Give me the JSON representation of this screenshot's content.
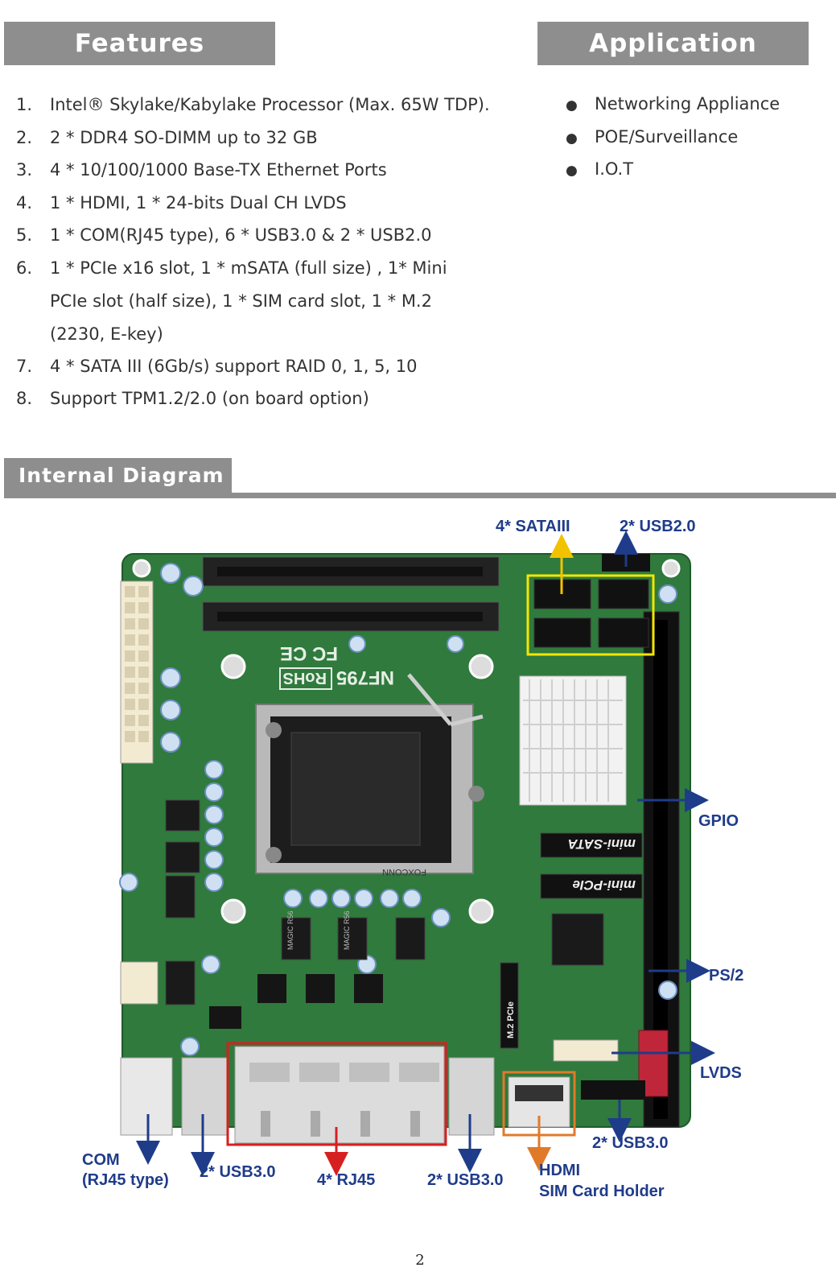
{
  "features": {
    "title": "Features",
    "items": [
      {
        "num": "1.",
        "text": "Intel® Skylake/Kabylake Processor (Max. 65W TDP)."
      },
      {
        "num": "2.",
        "text": "2 * DDR4 SO-DIMM up to 32 GB"
      },
      {
        "num": "3.",
        "text": "4 * 10/100/1000 Base-TX Ethernet Ports"
      },
      {
        "num": "4.",
        "text": "1 * HDMI, 1 * 24-bits Dual CH LVDS"
      },
      {
        "num": "5.",
        "text": "1 * COM(RJ45 type), 6 * USB3.0 & 2 * USB2.0"
      },
      {
        "num": "6.",
        "lines": [
          "1 * PCIe x16 slot, 1 * mSATA (full size) , 1* Mini",
          "PCIe slot (half size), 1 * SIM card slot, 1 * M.2",
          "(2230, E-key)"
        ]
      },
      {
        "num": "7.",
        "text": "4 * SATA III (6Gb/s) support RAID 0, 1, 5, 10"
      },
      {
        "num": "8.",
        "text": "Support TPM1.2/2.0 (on board option)"
      }
    ]
  },
  "application": {
    "title": "Application",
    "bullet": "●",
    "items": [
      "Networking Appliance",
      "POE/Surveillance",
      "I.O.T"
    ]
  },
  "internal": {
    "title": "Internal Diagram"
  },
  "diagram": {
    "labels": {
      "sata": "4* SATAIII",
      "usb20": "2* USB2.0",
      "gpio": "GPIO",
      "ps2": "PS/2",
      "lvds": "LVDS",
      "usb30_right": "2* USB3.0",
      "hdmi": "HDMI",
      "sim": "SIM Card Holder",
      "com": "COM",
      "com_sub": "(RJ45 type)",
      "usb30_left": "2* USB3.0",
      "rj45": "4* RJ45",
      "usb30_mid": "2* USB3.0",
      "msata": "mini-SATA",
      "mpcie": "mini-PCIe",
      "m2": "M.2 PCIe",
      "board_name": "NF795",
      "rohs": "RoHS",
      "foxconn": "FOXCONN",
      "magic": "MAGIC R56",
      "fcce": "FC CE"
    },
    "colors": {
      "board": "#2f7a3c",
      "label": "#1f3c8a",
      "sata_box": "#f2e600",
      "rj45_box": "#d62020",
      "hdmi_box": "#e07a2a",
      "sata_arrow": "#f2c200",
      "rj45_arrow": "#d62020",
      "hdmi_arrow": "#e07a2a"
    }
  },
  "page": {
    "number": "2"
  }
}
